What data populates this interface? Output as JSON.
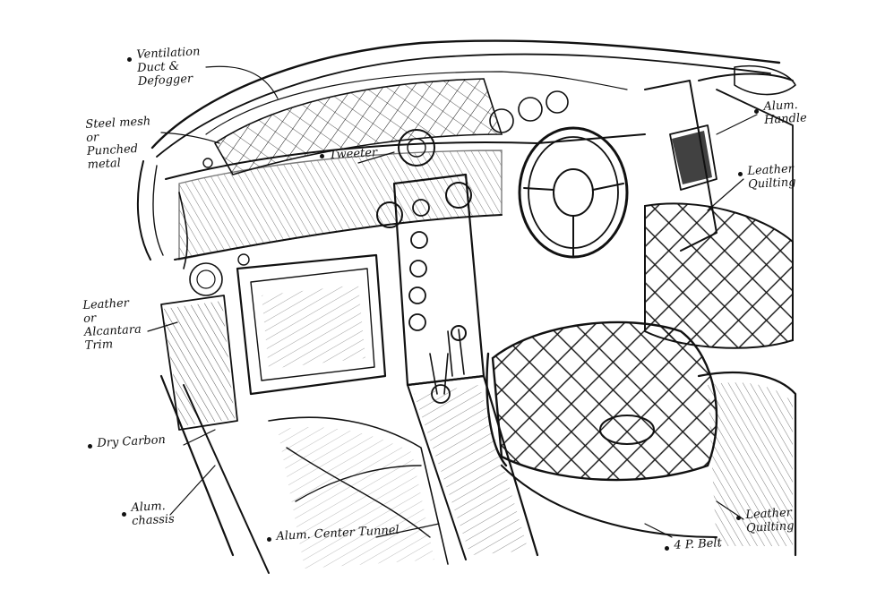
{
  "annotations": {
    "ventilation": "Ventilation\nDuct &\nDefogger",
    "steel_mesh": "Steel mesh\nor\nPunched\nmetal",
    "tweeter": "Tweeter",
    "alum_handle": "Alum.\nHandle",
    "leather_quilting_top": "Leather\nQuilting",
    "leather_trim": "Leather\nor\nAlcantara\nTrim",
    "dry_carbon": "Dry Carbon",
    "alum_chassis": "Alum.\nchassis",
    "center_tunnel": "Alum. Center Tunnel",
    "belt": "4 P. Belt",
    "leather_quilting_bottom": "Leather\nQuilting"
  },
  "colors": {
    "ink": "#111111",
    "paper": "#ffffff"
  }
}
